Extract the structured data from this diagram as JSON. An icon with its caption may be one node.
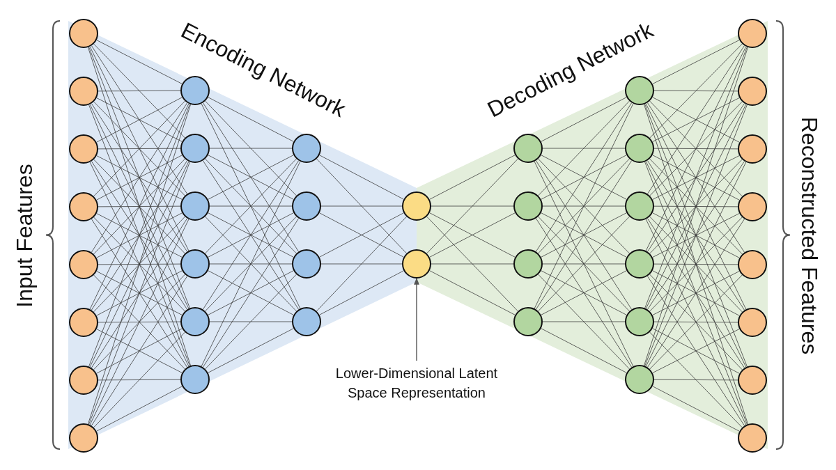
{
  "diagram": {
    "nodes": [
      {
        "text": [],
        "shape": "circle"
      },
      {
        "text": [],
        "shape": "circle"
      },
      {
        "text": [],
        "shape": "circle"
      },
      {
        "text": [],
        "shape": "circle"
      },
      {
        "text": [],
        "shape": "circle"
      },
      {
        "text": [],
        "shape": "circle"
      },
      {
        "text": [],
        "shape": "circle"
      },
      {
        "text": [],
        "shape": "circle"
      },
      {
        "text": [],
        "shape": "circle"
      },
      {
        "text": [],
        "shape": "circle"
      },
      {
        "text": [],
        "shape": "circle"
      },
      {
        "text": [],
        "shape": "circle"
      },
      {
        "text": [],
        "shape": "circle"
      },
      {
        "text": [],
        "shape": "circle"
      },
      {
        "text": [],
        "shape": "circle"
      },
      {
        "text": [],
        "shape": "circle"
      },
      {
        "text": [],
        "shape": "circle"
      },
      {
        "text": [],
        "shape": "circle"
      },
      {
        "text": [],
        "shape": "circle"
      },
      {
        "text": [],
        "shape": "circle"
      },
      {
        "text": [],
        "shape": "circle"
      },
      {
        "text": [],
        "shape": "circle"
      },
      {
        "text": [],
        "shape": "circle"
      },
      {
        "text": [],
        "shape": "circle"
      },
      {
        "text": [],
        "shape": "circle"
      },
      {
        "text": [],
        "shape": "circle"
      },
      {
        "text": [],
        "shape": "circle"
      },
      {
        "text": [],
        "shape": "circle"
      },
      {
        "text": [],
        "shape": "circle"
      },
      {
        "text": [],
        "shape": "circle"
      },
      {
        "text": [],
        "shape": "circle"
      },
      {
        "text": [],
        "shape": "circle"
      },
      {
        "text": [],
        "shape": "circle"
      },
      {
        "text": [],
        "shape": "circle"
      },
      {
        "text": [],
        "shape": "circle"
      },
      {
        "text": [],
        "shape": "circle"
      },
      {
        "text": [],
        "shape": "circle"
      },
      {
        "text": [],
        "shape": "circle"
      },
      {
        "text": [
          "Lower-Dimensional Latent Space Representation"
        ]
      }
    ],
    "edges": [
      {
        "from": 0,
        "to": 8,
        "arrow": "none"
      },
      {
        "from": 0,
        "to": 9,
        "arrow": "none"
      },
      {
        "from": 0,
        "to": 10,
        "arrow": "none"
      },
      {
        "from": 0,
        "to": 11,
        "arrow": "none"
      },
      {
        "from": 0,
        "to": 12,
        "arrow": "none"
      },
      {
        "from": 0,
        "to": 13,
        "arrow": "none"
      },
      {
        "from": 1,
        "to": 8,
        "arrow": "none"
      },
      {
        "from": 1,
        "to": 9,
        "arrow": "none"
      },
      {
        "from": 1,
        "to": 10,
        "arrow": "none"
      },
      {
        "from": 1,
        "to": 11,
        "arrow": "none"
      },
      {
        "from": 1,
        "to": 12,
        "arrow": "none"
      },
      {
        "from": 1,
        "to": 13,
        "arrow": "none"
      },
      {
        "from": 2,
        "to": 8,
        "arrow": "none"
      },
      {
        "from": 2,
        "to": 9,
        "arrow": "none"
      },
      {
        "from": 2,
        "to": 10,
        "arrow": "none"
      },
      {
        "from": 2,
        "to": 11,
        "arrow": "none"
      },
      {
        "from": 2,
        "to": 12,
        "arrow": "none"
      },
      {
        "from": 2,
        "to": 13,
        "arrow": "none"
      },
      {
        "from": 3,
        "to": 8,
        "arrow": "none"
      },
      {
        "from": 3,
        "to": 9,
        "arrow": "none"
      },
      {
        "from": 3,
        "to": 10,
        "arrow": "none"
      },
      {
        "from": 3,
        "to": 11,
        "arrow": "none"
      },
      {
        "from": 3,
        "to": 12,
        "arrow": "none"
      },
      {
        "from": 3,
        "to": 13,
        "arrow": "none"
      },
      {
        "from": 4,
        "to": 8,
        "arrow": "none"
      },
      {
        "from": 4,
        "to": 9,
        "arrow": "none"
      },
      {
        "from": 4,
        "to": 10,
        "arrow": "none"
      },
      {
        "from": 4,
        "to": 11,
        "arrow": "none"
      },
      {
        "from": 4,
        "to": 12,
        "arrow": "none"
      },
      {
        "from": 4,
        "to": 13,
        "arrow": "none"
      },
      {
        "from": 5,
        "to": 8,
        "arrow": "none"
      },
      {
        "from": 5,
        "to": 9,
        "arrow": "none"
      },
      {
        "from": 5,
        "to": 10,
        "arrow": "none"
      },
      {
        "from": 5,
        "to": 11,
        "arrow": "none"
      },
      {
        "from": 5,
        "to": 12,
        "arrow": "none"
      },
      {
        "from": 5,
        "to": 13,
        "arrow": "none"
      },
      {
        "from": 6,
        "to": 8,
        "arrow": "none"
      },
      {
        "from": 6,
        "to": 9,
        "arrow": "none"
      },
      {
        "from": 6,
        "to": 10,
        "arrow": "none"
      },
      {
        "from": 6,
        "to": 11,
        "arrow": "none"
      },
      {
        "from": 6,
        "to": 12,
        "arrow": "none"
      },
      {
        "from": 6,
        "to": 13,
        "arrow": "none"
      },
      {
        "from": 7,
        "to": 8,
        "arrow": "none"
      },
      {
        "from": 7,
        "to": 9,
        "arrow": "none"
      },
      {
        "from": 7,
        "to": 10,
        "arrow": "none"
      },
      {
        "from": 7,
        "to": 11,
        "arrow": "none"
      },
      {
        "from": 7,
        "to": 12,
        "arrow": "none"
      },
      {
        "from": 7,
        "to": 13,
        "arrow": "none"
      },
      {
        "from": 8,
        "to": 14,
        "arrow": "none"
      },
      {
        "from": 8,
        "to": 15,
        "arrow": "none"
      },
      {
        "from": 8,
        "to": 16,
        "arrow": "none"
      },
      {
        "from": 8,
        "to": 17,
        "arrow": "none"
      },
      {
        "from": 9,
        "to": 14,
        "arrow": "none"
      },
      {
        "from": 9,
        "to": 15,
        "arrow": "none"
      },
      {
        "from": 9,
        "to": 16,
        "arrow": "none"
      },
      {
        "from": 9,
        "to": 17,
        "arrow": "none"
      },
      {
        "from": 10,
        "to": 14,
        "arrow": "none"
      },
      {
        "from": 10,
        "to": 15,
        "arrow": "none"
      },
      {
        "from": 10,
        "to": 16,
        "arrow": "none"
      },
      {
        "from": 10,
        "to": 17,
        "arrow": "none"
      },
      {
        "from": 11,
        "to": 14,
        "arrow": "none"
      },
      {
        "from": 11,
        "to": 15,
        "arrow": "none"
      },
      {
        "from": 11,
        "to": 16,
        "arrow": "none"
      },
      {
        "from": 11,
        "to": 17,
        "arrow": "none"
      },
      {
        "from": 12,
        "to": 14,
        "arrow": "none"
      },
      {
        "from": 12,
        "to": 15,
        "arrow": "none"
      },
      {
        "from": 12,
        "to": 16,
        "arrow": "none"
      },
      {
        "from": 12,
        "to": 17,
        "arrow": "none"
      },
      {
        "from": 13,
        "to": 14,
        "arrow": "none"
      },
      {
        "from": 13,
        "to": 15,
        "arrow": "none"
      },
      {
        "from": 13,
        "to": 16,
        "arrow": "none"
      },
      {
        "from": 13,
        "to": 17,
        "arrow": "none"
      },
      {
        "from": 14,
        "to": 18,
        "arrow": "none"
      },
      {
        "from": 14,
        "to": 19,
        "arrow": "none"
      },
      {
        "from": 15,
        "to": 18,
        "arrow": "none"
      },
      {
        "from": 15,
        "to": 19,
        "arrow": "none"
      },
      {
        "from": 16,
        "to": 18,
        "arrow": "none"
      },
      {
        "from": 16,
        "to": 19,
        "arrow": "none"
      },
      {
        "from": 17,
        "to": 18,
        "arrow": "none"
      },
      {
        "from": 17,
        "to": 19,
        "arrow": "none"
      },
      {
        "from": 18,
        "to": 20,
        "arrow": "none"
      },
      {
        "from": 18,
        "to": 21,
        "arrow": "none"
      },
      {
        "from": 18,
        "to": 22,
        "arrow": "none"
      },
      {
        "from": 18,
        "to": 23,
        "arrow": "none"
      },
      {
        "from": 19,
        "to": 20,
        "arrow": "none"
      },
      {
        "from": 19,
        "to": 21,
        "arrow": "none"
      },
      {
        "from": 19,
        "to": 22,
        "arrow": "none"
      },
      {
        "from": 19,
        "to": 23,
        "arrow": "none"
      },
      {
        "from": 20,
        "to": 24,
        "arrow": "none"
      },
      {
        "from": 20,
        "to": 25,
        "arrow": "none"
      },
      {
        "from": 20,
        "to": 26,
        "arrow": "none"
      },
      {
        "from": 20,
        "to": 27,
        "arrow": "none"
      },
      {
        "from": 20,
        "to": 28,
        "arrow": "none"
      },
      {
        "from": 20,
        "to": 29,
        "arrow": "none"
      },
      {
        "from": 21,
        "to": 24,
        "arrow": "none"
      },
      {
        "from": 21,
        "to": 25,
        "arrow": "none"
      },
      {
        "from": 21,
        "to": 26,
        "arrow": "none"
      },
      {
        "from": 21,
        "to": 27,
        "arrow": "none"
      },
      {
        "from": 21,
        "to": 28,
        "arrow": "none"
      },
      {
        "from": 21,
        "to": 29,
        "arrow": "none"
      },
      {
        "from": 22,
        "to": 24,
        "arrow": "none"
      },
      {
        "from": 22,
        "to": 25,
        "arrow": "none"
      },
      {
        "from": 22,
        "to": 26,
        "arrow": "none"
      },
      {
        "from": 22,
        "to": 27,
        "arrow": "none"
      },
      {
        "from": 22,
        "to": 28,
        "arrow": "none"
      },
      {
        "from": 22,
        "to": 29,
        "arrow": "none"
      },
      {
        "from": 23,
        "to": 24,
        "arrow": "none"
      },
      {
        "from": 23,
        "to": 25,
        "arrow": "none"
      },
      {
        "from": 23,
        "to": 26,
        "arrow": "none"
      },
      {
        "from": 23,
        "to": 27,
        "arrow": "none"
      },
      {
        "from": 23,
        "to": 28,
        "arrow": "none"
      },
      {
        "from": 23,
        "to": 29,
        "arrow": "none"
      },
      {
        "from": 24,
        "to": 30,
        "arrow": "none"
      },
      {
        "from": 24,
        "to": 31,
        "arrow": "none"
      },
      {
        "from": 24,
        "to": 32,
        "arrow": "none"
      },
      {
        "from": 24,
        "to": 33,
        "arrow": "none"
      },
      {
        "from": 24,
        "to": 34,
        "arrow": "none"
      },
      {
        "from": 24,
        "to": 35,
        "arrow": "none"
      },
      {
        "from": 24,
        "to": 36,
        "arrow": "none"
      },
      {
        "from": 24,
        "to": 37,
        "arrow": "none"
      },
      {
        "from": 25,
        "to": 30,
        "arrow": "none"
      },
      {
        "from": 25,
        "to": 31,
        "arrow": "none"
      },
      {
        "from": 25,
        "to": 32,
        "arrow": "none"
      },
      {
        "from": 25,
        "to": 33,
        "arrow": "none"
      },
      {
        "from": 25,
        "to": 34,
        "arrow": "none"
      },
      {
        "from": 25,
        "to": 35,
        "arrow": "none"
      },
      {
        "from": 25,
        "to": 36,
        "arrow": "none"
      },
      {
        "from": 25,
        "to": 37,
        "arrow": "none"
      },
      {
        "from": 26,
        "to": 30,
        "arrow": "none"
      },
      {
        "from": 26,
        "to": 31,
        "arrow": "none"
      },
      {
        "from": 26,
        "to": 32,
        "arrow": "none"
      },
      {
        "from": 26,
        "to": 33,
        "arrow": "none"
      },
      {
        "from": 26,
        "to": 34,
        "arrow": "none"
      },
      {
        "from": 26,
        "to": 35,
        "arrow": "none"
      },
      {
        "from": 26,
        "to": 36,
        "arrow": "none"
      },
      {
        "from": 26,
        "to": 37,
        "arrow": "none"
      },
      {
        "from": 27,
        "to": 30,
        "arrow": "none"
      },
      {
        "from": 27,
        "to": 31,
        "arrow": "none"
      },
      {
        "from": 27,
        "to": 32,
        "arrow": "none"
      },
      {
        "from": 27,
        "to": 33,
        "arrow": "none"
      },
      {
        "from": 27,
        "to": 34,
        "arrow": "none"
      },
      {
        "from": 27,
        "to": 35,
        "arrow": "none"
      },
      {
        "from": 27,
        "to": 36,
        "arrow": "none"
      },
      {
        "from": 27,
        "to": 37,
        "arrow": "none"
      },
      {
        "from": 28,
        "to": 30,
        "arrow": "none"
      },
      {
        "from": 28,
        "to": 31,
        "arrow": "none"
      },
      {
        "from": 28,
        "to": 32,
        "arrow": "none"
      },
      {
        "from": 28,
        "to": 33,
        "arrow": "none"
      },
      {
        "from": 28,
        "to": 34,
        "arrow": "none"
      },
      {
        "from": 28,
        "to": 35,
        "arrow": "none"
      },
      {
        "from": 28,
        "to": 36,
        "arrow": "none"
      },
      {
        "from": 28,
        "to": 37,
        "arrow": "none"
      },
      {
        "from": 29,
        "to": 30,
        "arrow": "none"
      },
      {
        "from": 29,
        "to": 31,
        "arrow": "none"
      },
      {
        "from": 29,
        "to": 32,
        "arrow": "none"
      },
      {
        "from": 29,
        "to": 33,
        "arrow": "none"
      },
      {
        "from": 29,
        "to": 34,
        "arrow": "none"
      },
      {
        "from": 29,
        "to": 35,
        "arrow": "none"
      },
      {
        "from": 29,
        "to": 36,
        "arrow": "none"
      },
      {
        "from": 29,
        "to": 37,
        "arrow": "none"
      },
      {
        "from": 38,
        "to": 19,
        "arrow": "to"
      }
    ],
    "labels": [
      "Input Features",
      "Encoding Network",
      "Decoding Network",
      "Reconstructed Features"
    ]
  }
}
